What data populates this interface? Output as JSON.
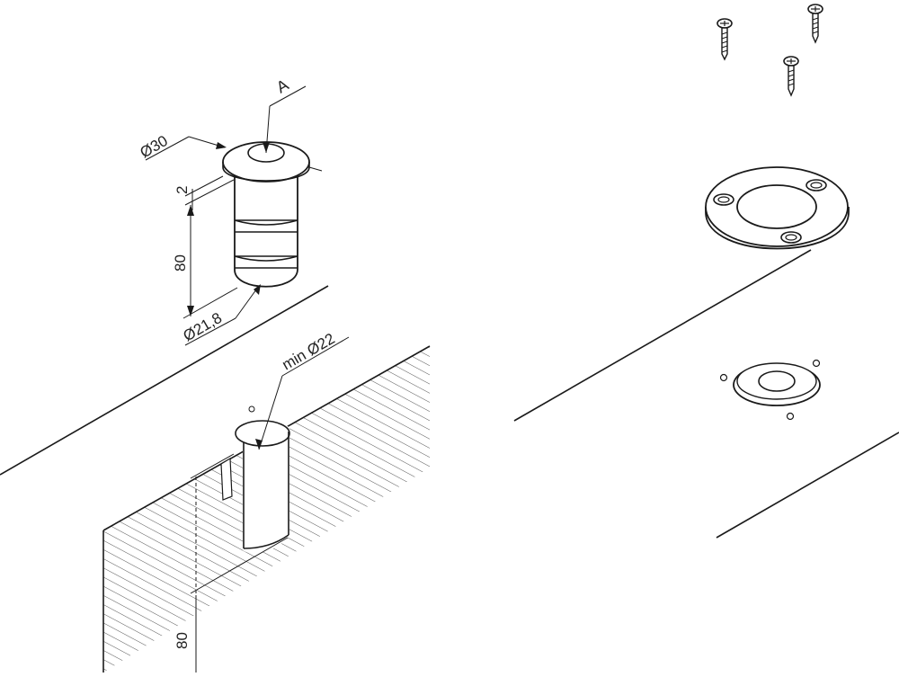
{
  "labels": {
    "dia_top": "Ø30",
    "dim_gap": "2",
    "dim_length": "80",
    "dia_body": "Ø21,8",
    "detail_a": "A",
    "min_bore": "min Ø22",
    "bore_depth": "80"
  },
  "colors": {
    "line": "#1a1a1a",
    "hatch": "#555555",
    "background": "#ffffff"
  },
  "icons": {
    "screw": "screw-icon",
    "mounting_plate": "mounting-plate-icon",
    "cover_ring": "cover-ring-icon"
  }
}
